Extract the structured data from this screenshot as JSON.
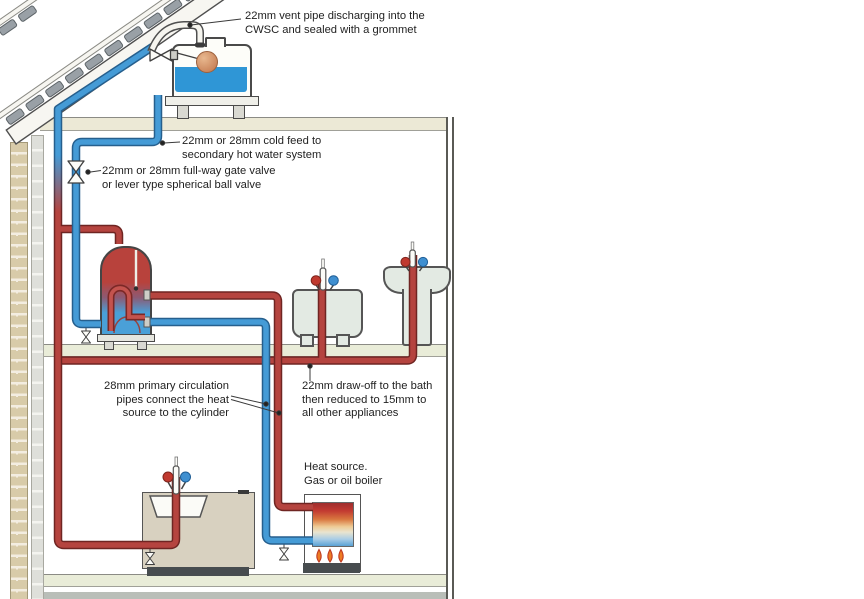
{
  "labels": {
    "vent_pipe": "22mm vent pipe discharging into the\nCWSC and sealed with a grommet",
    "cold_feed": "22mm or 28mm cold feed to\nsecondary hot water system",
    "gate_valve": "22mm or 28mm full-way gate valve\nor lever type spherical ball valve",
    "primary_circulation": "28mm primary circulation\npipes connect the heat\nsource to the cylinder",
    "draw_off": "22mm draw-off to the bath\nthen reduced to 15mm to\nall other appliances",
    "heat_source": "Heat source.\nGas or oil boiler"
  },
  "colors": {
    "cold_pipe": "#459bd6",
    "cold_pipe_edge": "#265f8d",
    "hot_pipe": "#b5443f",
    "hot_pipe_edge": "#6f2522",
    "tank_water": "#2f96d6",
    "float_ball": "#c57e52",
    "flame": "#ed7b23",
    "roof_tile": "#99a0a6",
    "floor_band": "#e9ecd8",
    "brick": "#d8cba9",
    "cabinet": "#d8d1c0",
    "text": "#222222"
  },
  "icons": {
    "gate_valve": "vertical-bowtie",
    "float_valve": "horizontal-bowtie",
    "drain_cock": "small-bowtie-with-stem",
    "tap_hot": "red-knob",
    "tap_cold": "blue-knob",
    "flames": "three-teardrop-flames"
  }
}
